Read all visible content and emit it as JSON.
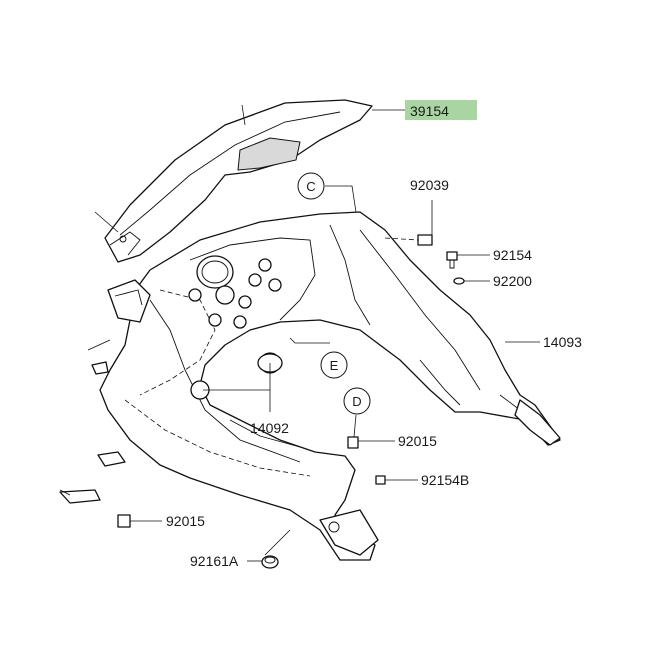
{
  "highlight_color": "#a8d5a2",
  "labels": {
    "p39154": "39154",
    "p92039": "92039",
    "p92154": "92154",
    "p92200": "92200",
    "p14093": "14093",
    "p14092": "14092",
    "p92015_right": "92015",
    "p92154B": "92154B",
    "p92015_left": "92015",
    "p92161A": "92161A"
  },
  "callouts": {
    "c": "C",
    "d": "D",
    "e": "E"
  }
}
